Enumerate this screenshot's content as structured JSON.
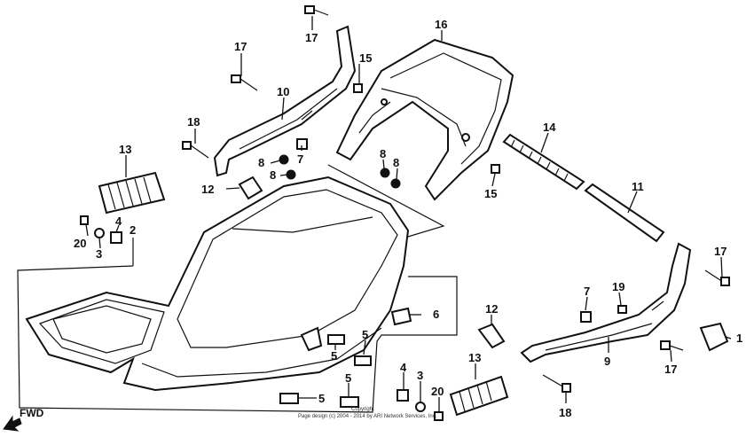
{
  "callouts": {
    "c1": "1",
    "c2": "2",
    "c3a": "3",
    "c3b": "3",
    "c4a": "4",
    "c4b": "4",
    "c5a": "5",
    "c5b": "5",
    "c5c": "5",
    "c5d": "5",
    "c6": "6",
    "c7a": "7",
    "c7b": "7",
    "c8a": "8",
    "c8b": "8",
    "c8c": "8",
    "c8d": "8",
    "c9": "9",
    "c10": "10",
    "c11": "11",
    "c12a": "12",
    "c12b": "12",
    "c13a": "13",
    "c13b": "13",
    "c14": "14",
    "c15a": "15",
    "c15b": "15",
    "c16": "16",
    "c17a": "17",
    "c17b": "17",
    "c17c": "17",
    "c17d": "17",
    "c18a": "18",
    "c18b": "18",
    "c19": "19",
    "c20a": "20",
    "c20b": "20"
  },
  "fwd_label": "FWD",
  "copyright": {
    "line1": "Copyright",
    "line2": "Page design (c) 2004 - 2014 by ARI Network Services, Inc."
  }
}
